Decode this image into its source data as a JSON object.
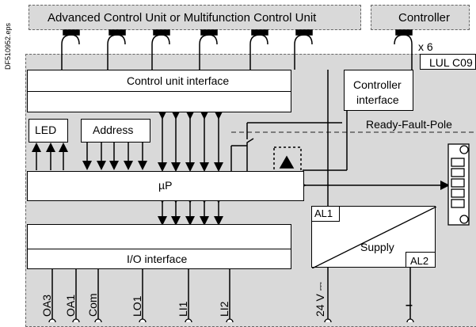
{
  "figure_id": "DF510952.eps",
  "top": {
    "control_unit_header": "Advanced Control Unit or Multifunction Control Unit",
    "controller_header": "Controller",
    "multiplier": "x 6"
  },
  "module": {
    "name": "LUL C09",
    "control_unit_interface": "Control unit interface",
    "controller_interface_line1": "Controller",
    "controller_interface_line2": "interface",
    "ready_fault_pole": "Ready-Fault-Pole",
    "led": "LED",
    "address": "Address",
    "microprocessor": "µP",
    "io_interface": "I/O interface",
    "supply": "Supply",
    "al1": "AL1",
    "al2": "AL2"
  },
  "terminals": [
    "OA3",
    "OA1",
    "Com",
    "LO1",
    "LI1",
    "LI2",
    "24 V ⎓",
    "–"
  ]
}
